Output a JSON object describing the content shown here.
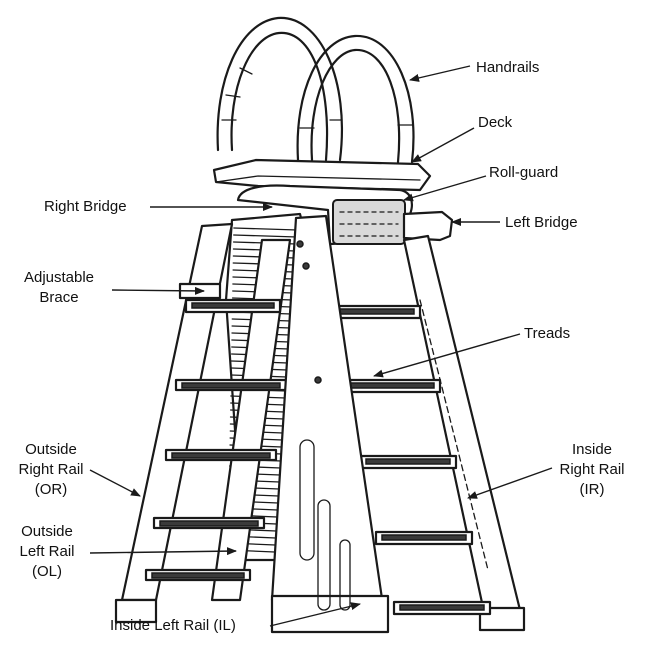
{
  "labels": {
    "handrails": "Handrails",
    "deck": "Deck",
    "roll_guard": "Roll-guard",
    "right_bridge": "Right Bridge",
    "left_bridge": "Left Bridge",
    "adjustable_brace_line1": "Adjustable",
    "adjustable_brace_line2": "Brace",
    "treads": "Treads",
    "outside_right_rail_line1": "Outside",
    "outside_right_rail_line2": "Right Rail",
    "outside_right_rail_line3": "(OR)",
    "inside_right_rail_line1": "Inside",
    "inside_right_rail_line2": "Right Rail",
    "inside_right_rail_line3": "(IR)",
    "outside_left_rail_line1": "Outside",
    "outside_left_rail_line2": "Left Rail",
    "outside_left_rail_line3": "(OL)",
    "inside_left_rail": "Inside Left Rail (IL)"
  }
}
